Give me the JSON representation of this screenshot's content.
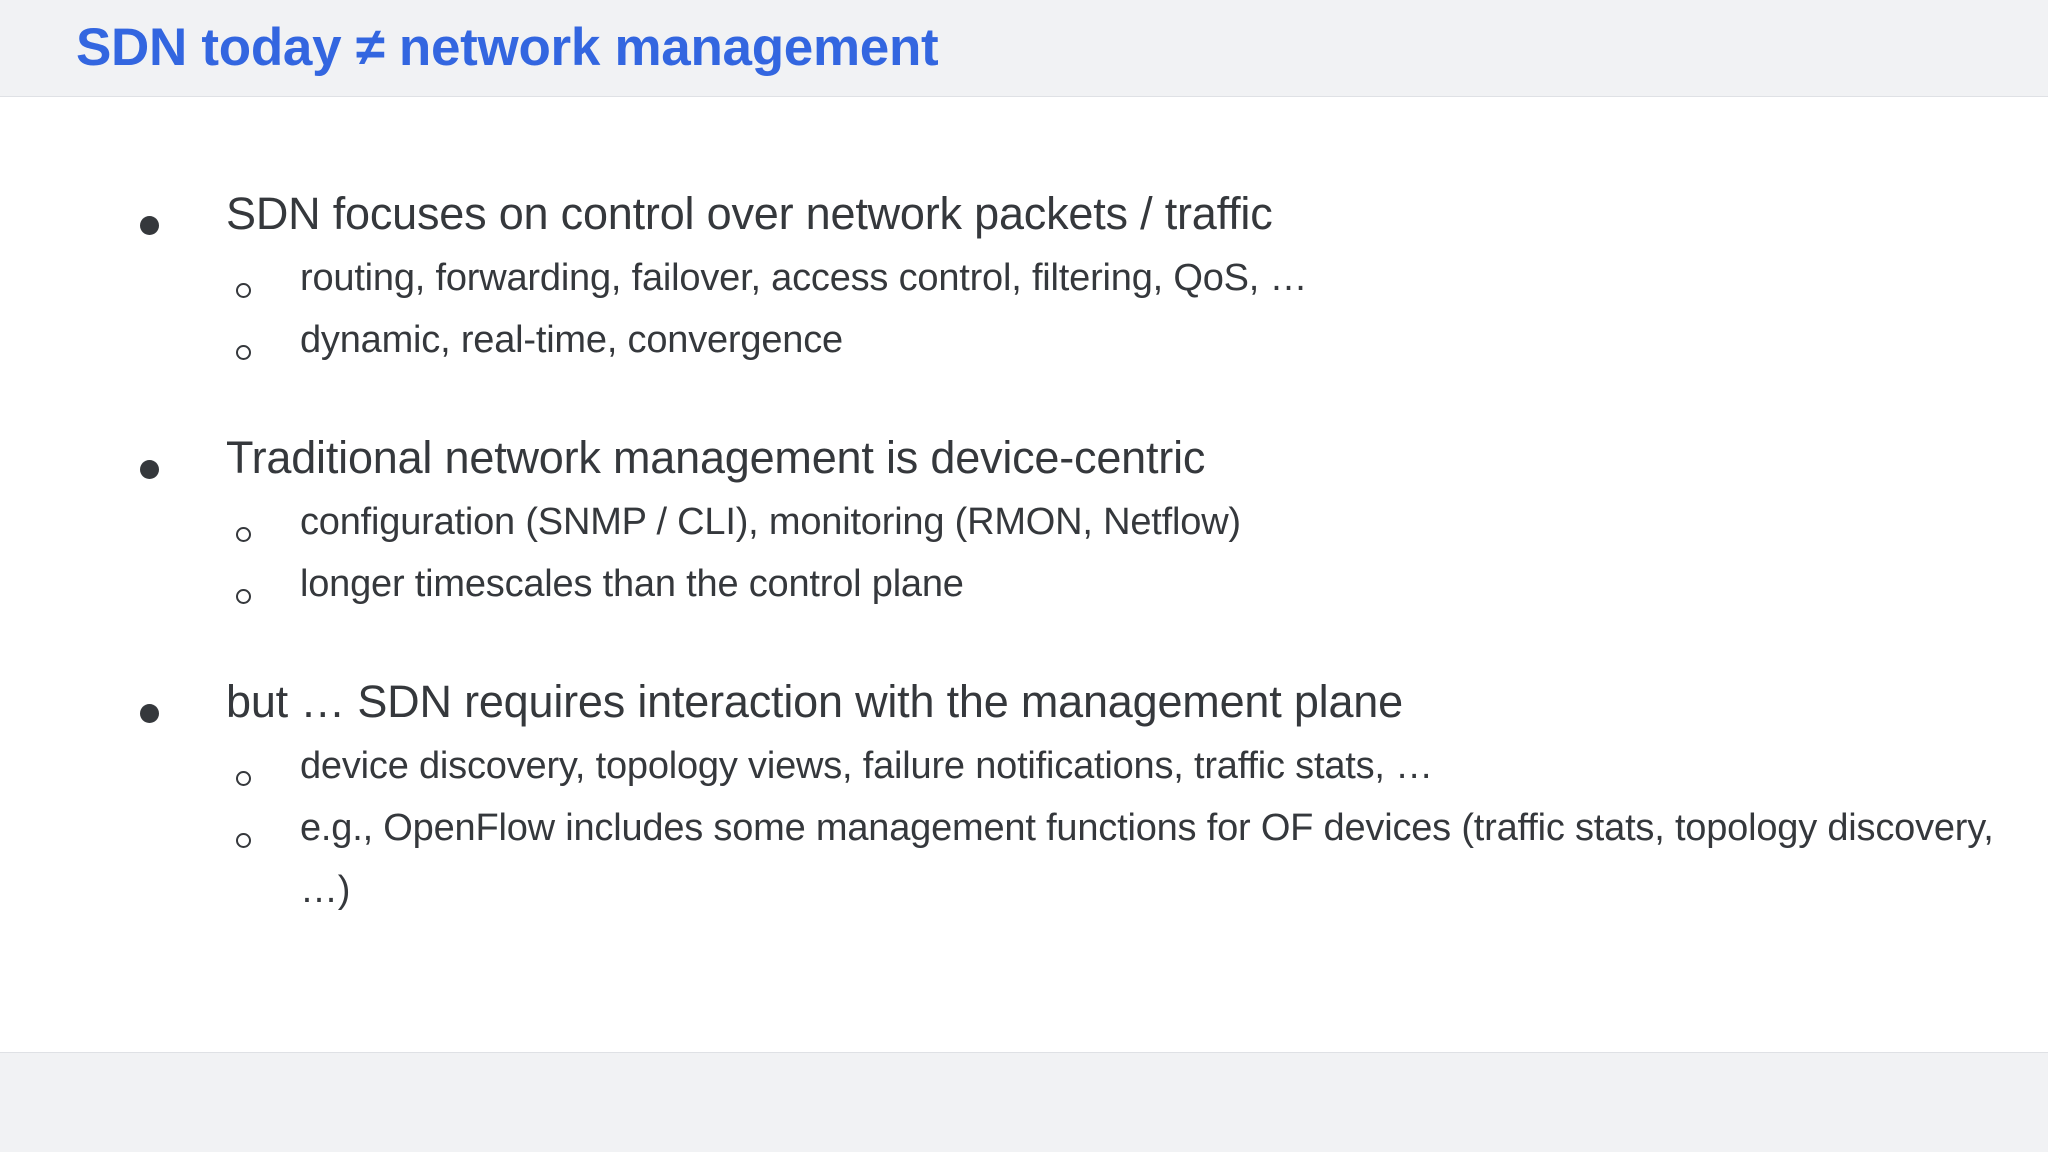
{
  "slide": {
    "title": "SDN today ≠ network management",
    "title_color": "#3366e0",
    "title_bar_color": "#f1f2f4",
    "body_background": "#ffffff",
    "text_color": "#35383c",
    "footer_color": "#f1f2f4"
  },
  "bullets": [
    {
      "marker": "filled-disc",
      "text": "SDN focuses on control over network packets / traffic",
      "children": [
        {
          "marker": "hollow-circle",
          "text": "routing, forwarding, failover, access control, filtering, QoS, …"
        },
        {
          "marker": "hollow-circle",
          "text": "dynamic, real-time, convergence"
        }
      ]
    },
    {
      "marker": "filled-disc",
      "text": "Traditional network management is device-centric",
      "children": [
        {
          "marker": "hollow-circle",
          "text": "configuration (SNMP / CLI), monitoring (RMON, Netflow)"
        },
        {
          "marker": "hollow-circle",
          "text": "longer timescales than the control plane"
        }
      ]
    },
    {
      "marker": "filled-disc",
      "text": "but … SDN requires interaction with the management plane",
      "children": [
        {
          "marker": "hollow-circle",
          "text": "device discovery, topology views, failure notifications, traffic stats, …"
        },
        {
          "marker": "hollow-circle",
          "text": "e.g., OpenFlow includes some management functions for OF devices (traffic stats, topology discovery, …)"
        }
      ]
    }
  ]
}
